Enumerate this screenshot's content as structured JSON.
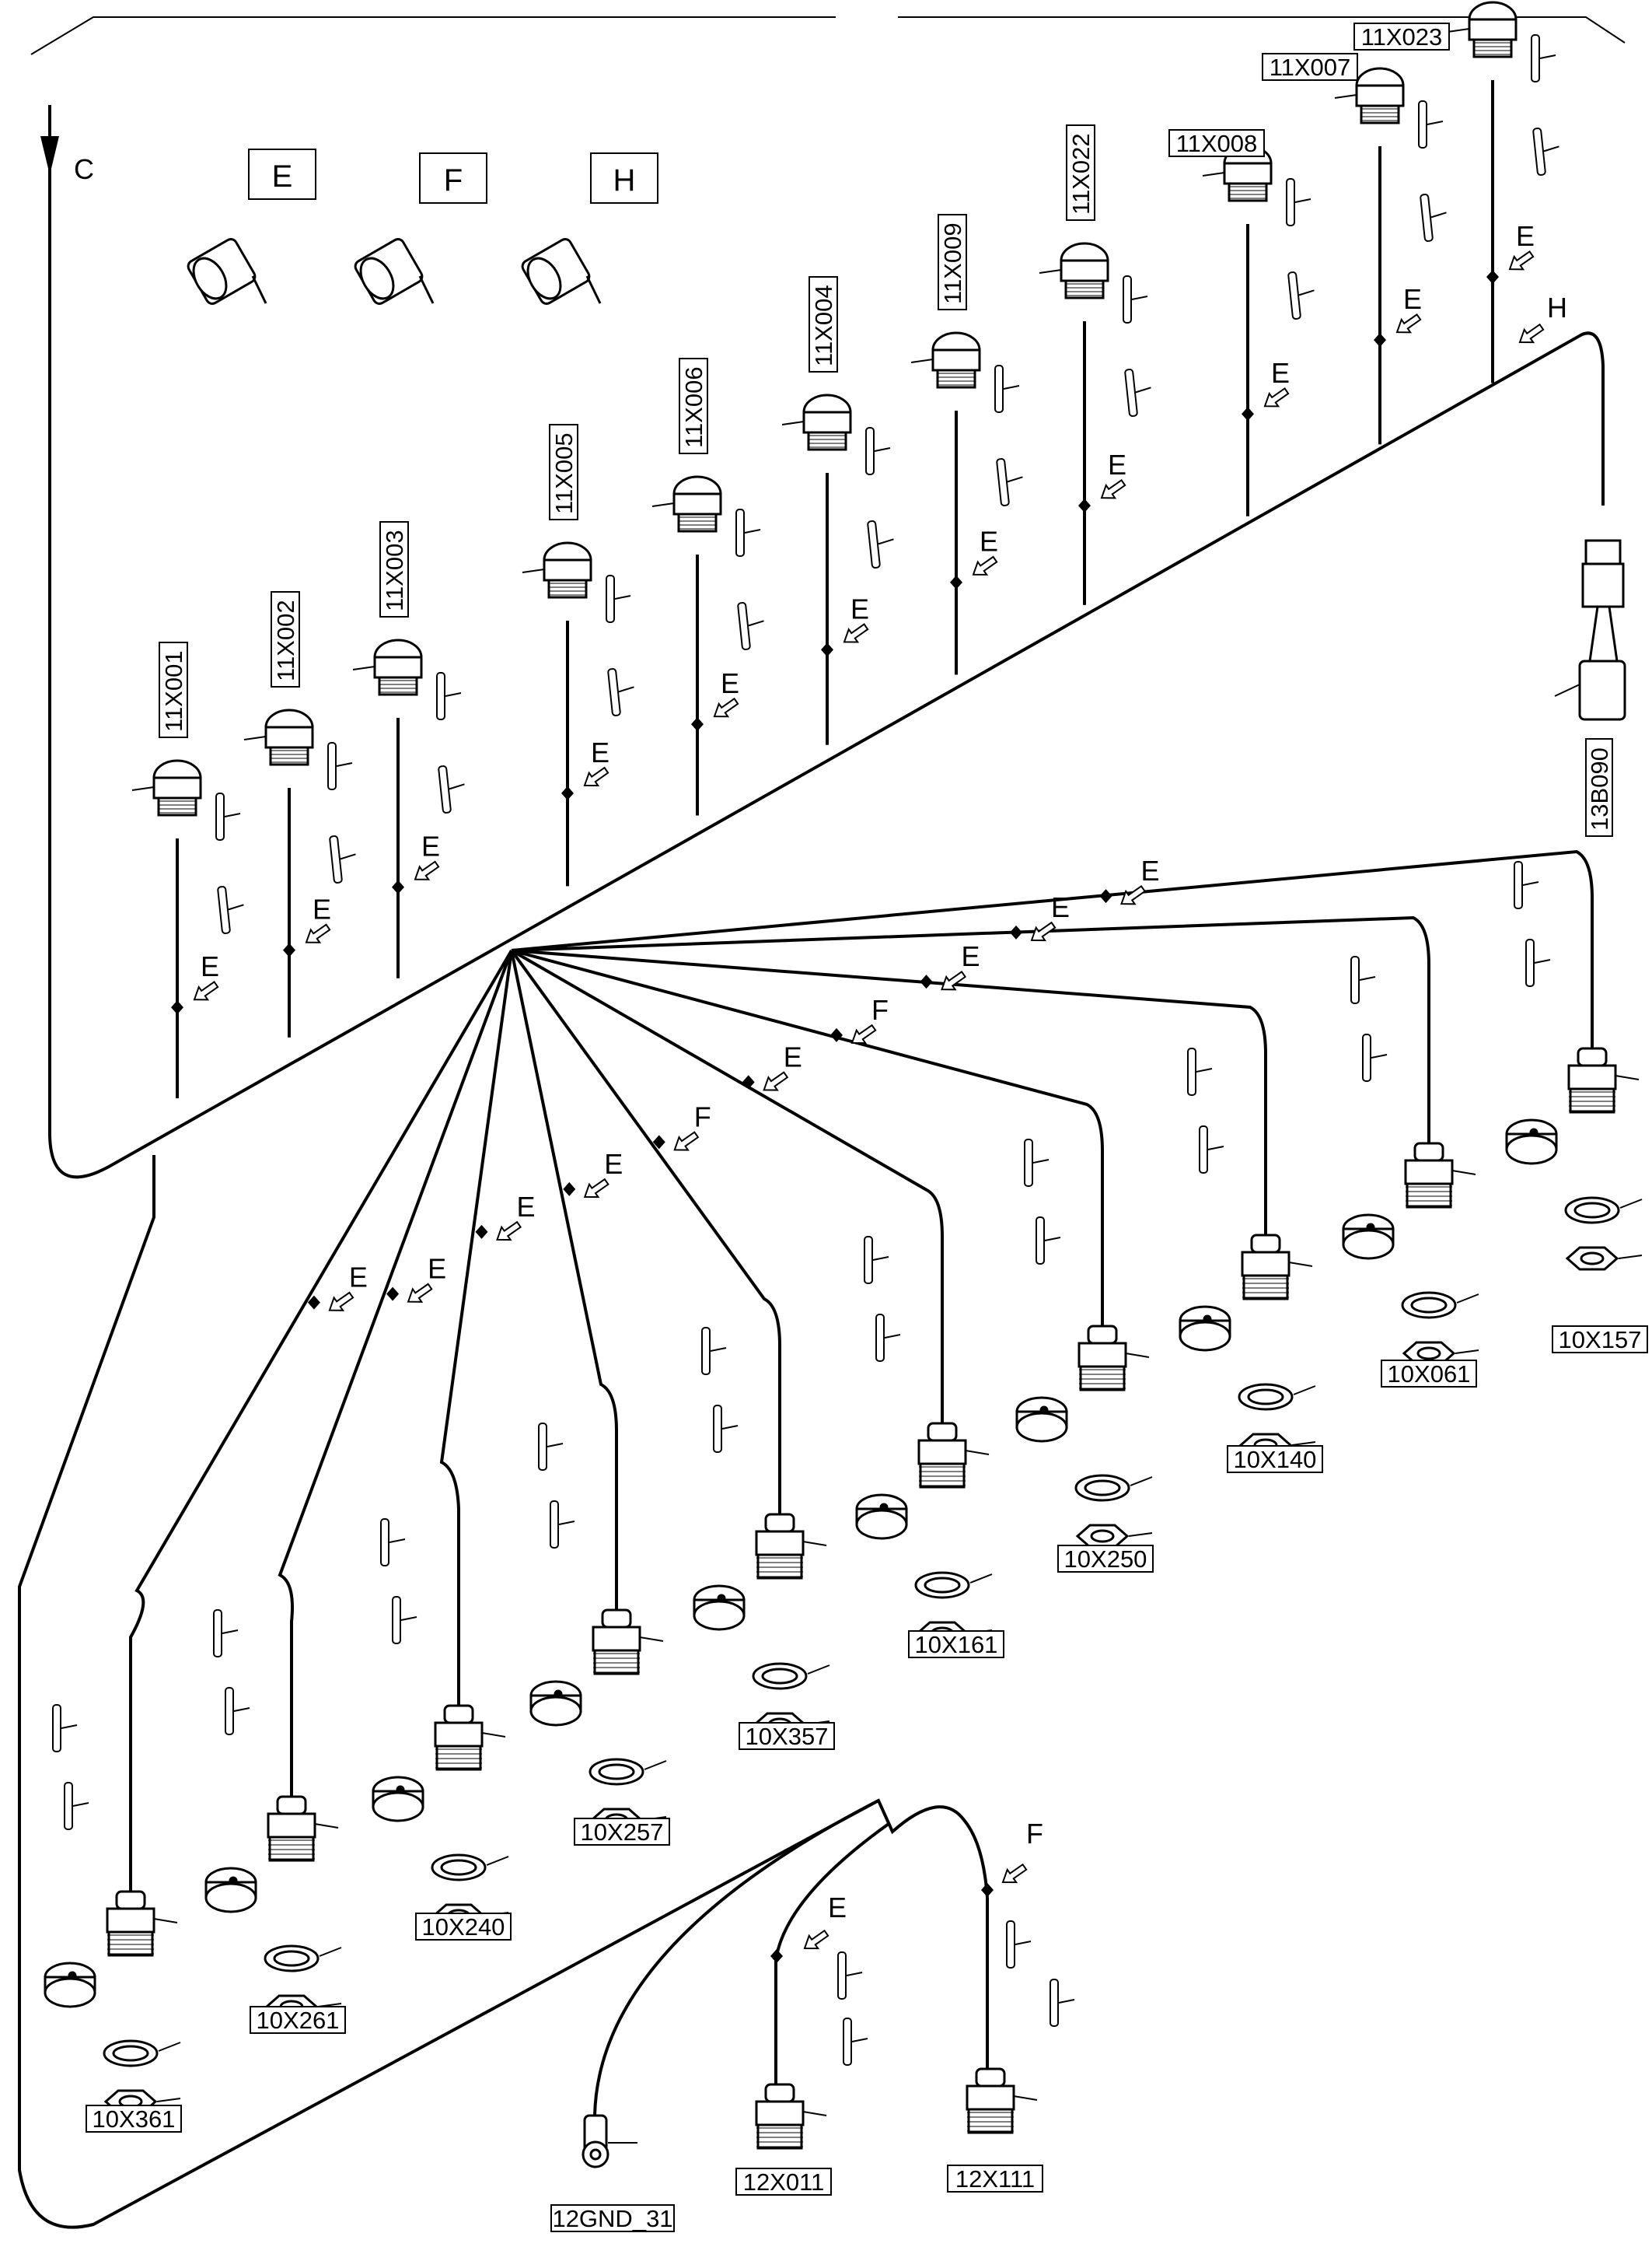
{
  "flow_label": "C",
  "legend": [
    "E",
    "F",
    "H"
  ],
  "top_connectors": [
    {
      "id": "11X001",
      "code": "E"
    },
    {
      "id": "11X002",
      "code": "E"
    },
    {
      "id": "11X003",
      "code": "E"
    },
    {
      "id": "11X005",
      "code": "E"
    },
    {
      "id": "11X006",
      "code": "E"
    },
    {
      "id": "11X004",
      "code": "E"
    },
    {
      "id": "11X009",
      "code": "E"
    },
    {
      "id": "11X022",
      "code": "E"
    },
    {
      "id": "11X008",
      "code": "E"
    },
    {
      "id": "11X007",
      "code": "E"
    },
    {
      "id": "11X023",
      "code": "E"
    }
  ],
  "sensor": {
    "id": "13B090",
    "code": "H"
  },
  "bottom_connectors": [
    {
      "id": "10X361",
      "code": "E"
    },
    {
      "id": "10X261",
      "code": "E"
    },
    {
      "id": "10X240",
      "code": "E"
    },
    {
      "id": "10X257",
      "code": "E"
    },
    {
      "id": "10X357",
      "code": "F"
    },
    {
      "id": "10X161",
      "code": "E"
    },
    {
      "id": "10X250",
      "code": "F"
    },
    {
      "id": "10X140",
      "code": "E"
    },
    {
      "id": "10X061",
      "code": "E"
    },
    {
      "id": "10X157",
      "code": "E"
    }
  ],
  "lower_group": [
    {
      "id": "12GND_31",
      "code": ""
    },
    {
      "id": "12X011",
      "code": "E"
    },
    {
      "id": "12X111",
      "code": "F"
    }
  ]
}
